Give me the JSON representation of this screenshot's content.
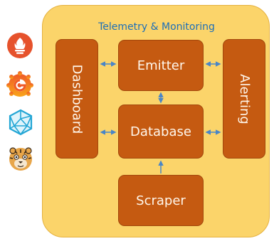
{
  "colors": {
    "panel_fill": "#fbd46a",
    "panel_border": "#e5b13f",
    "box_fill": "#c55a11",
    "box_border": "#a2470b",
    "box_text": "#fff7ec",
    "title_text": "#1d6fb8",
    "arrow": "#4a86c7"
  },
  "panel": {
    "title": "Telemetry & Monitoring"
  },
  "boxes": {
    "emitter": "Emitter",
    "database": "Database",
    "scraper": "Scraper",
    "dashboard": "Dashboard",
    "alerting": "Alerting"
  },
  "icons": [
    "prometheus-icon",
    "grafana-icon",
    "polygon-logo-icon",
    "tiger-mascot-icon"
  ]
}
